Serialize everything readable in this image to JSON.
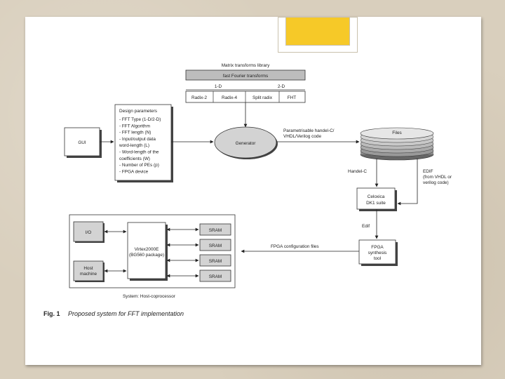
{
  "library": {
    "title": "Matrix transforms library",
    "header": "fast Fourier transforms",
    "d1": "1-D",
    "d2": "2-D",
    "cells": [
      "Radix-2",
      "Radix-4",
      "Split radix",
      "FHT"
    ]
  },
  "gui": "GUI",
  "design_params": {
    "title": "Design parameters",
    "lines": [
      "- FFT Type (1-D/2-D)",
      "- FFT Algorithm",
      "- FFT length (N)",
      "- Input/output data",
      "word-length (L)",
      "- Word-length of the",
      "coefficients (W)",
      "- Number of PEs (p)",
      "- FPGA device"
    ]
  },
  "generator": "Generator",
  "param_code": [
    "Parametrisable handel-C/",
    "VHDL/Verilog code"
  ],
  "files": "Files",
  "handelc": "Handel-C",
  "edif": [
    "EDIF",
    "(from VHDL or",
    "verilog code)"
  ],
  "celoxica": [
    "Celoxica",
    "DK1 suite"
  ],
  "edif2": "Edif",
  "fpga_tool": [
    "FPGA",
    "synthesis",
    "tool"
  ],
  "config_files": "FPGA configuration files",
  "system": {
    "io": "I/O",
    "host": [
      "Host",
      "machine"
    ],
    "chip": [
      "Virtex2000E",
      "(BG560 package)"
    ],
    "sram": [
      "SRAM",
      "SRAM",
      "SRAM",
      "SRAM"
    ],
    "label": "System: Host-coprocessor"
  },
  "caption": {
    "fig": "Fig. 1",
    "text": "Proposed system for FFT implementation"
  }
}
